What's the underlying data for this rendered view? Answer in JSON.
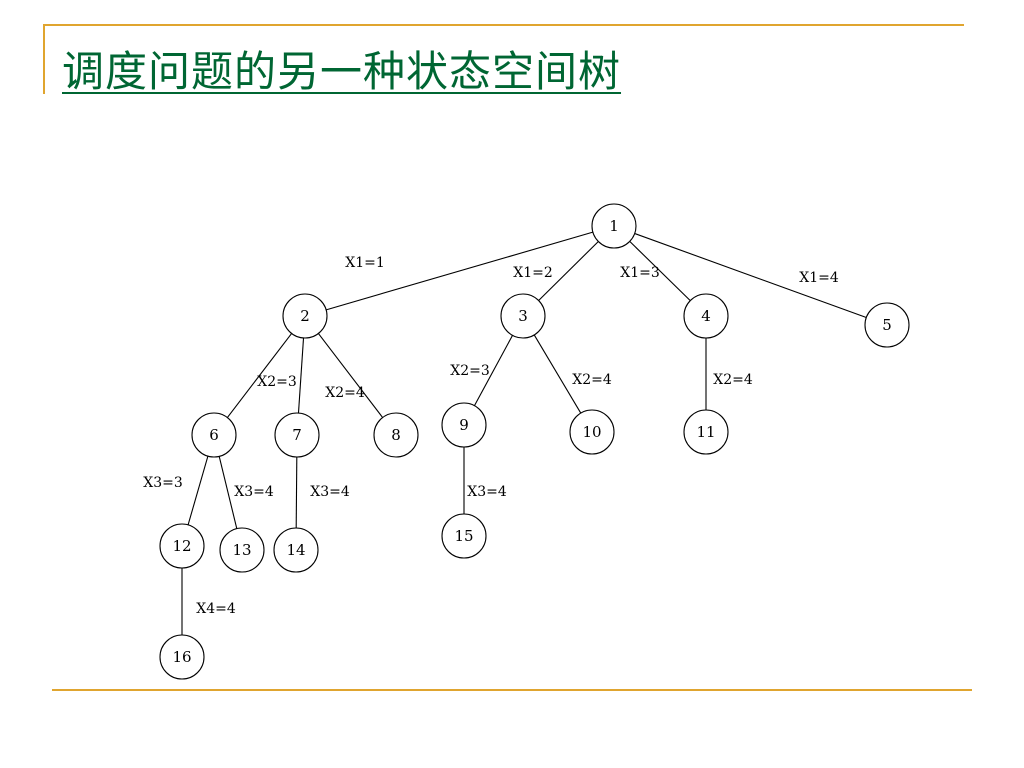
{
  "slide": {
    "title": "调度问题的另一种状态空间树"
  },
  "colors": {
    "title": "#006633",
    "rule": "#e0a52f",
    "line": "#000000",
    "background": "#ffffff"
  },
  "tree": {
    "nodes": [
      {
        "id": 1,
        "label": "1"
      },
      {
        "id": 2,
        "label": "2"
      },
      {
        "id": 3,
        "label": "3"
      },
      {
        "id": 4,
        "label": "4"
      },
      {
        "id": 5,
        "label": "5"
      },
      {
        "id": 6,
        "label": "6"
      },
      {
        "id": 7,
        "label": "7"
      },
      {
        "id": 8,
        "label": "8"
      },
      {
        "id": 9,
        "label": "9"
      },
      {
        "id": 10,
        "label": "10"
      },
      {
        "id": 11,
        "label": "11"
      },
      {
        "id": 12,
        "label": "12"
      },
      {
        "id": 13,
        "label": "13"
      },
      {
        "id": 14,
        "label": "14"
      },
      {
        "id": 15,
        "label": "15"
      },
      {
        "id": 16,
        "label": "16"
      }
    ],
    "edges": [
      {
        "from": 1,
        "to": 2,
        "label": "X1=1"
      },
      {
        "from": 1,
        "to": 3,
        "label": "X1=2"
      },
      {
        "from": 1,
        "to": 4,
        "label": "X1=3"
      },
      {
        "from": 1,
        "to": 5,
        "label": "X1=4"
      },
      {
        "from": 2,
        "to": 6,
        "label": ""
      },
      {
        "from": 2,
        "to": 7,
        "label": "X2=3"
      },
      {
        "from": 2,
        "to": 8,
        "label": "X2=4"
      },
      {
        "from": 3,
        "to": 9,
        "label": "X2=3"
      },
      {
        "from": 3,
        "to": 10,
        "label": "X2=4"
      },
      {
        "from": 4,
        "to": 11,
        "label": "X2=4"
      },
      {
        "from": 6,
        "to": 12,
        "label": "X3=3"
      },
      {
        "from": 6,
        "to": 13,
        "label": "X3=4"
      },
      {
        "from": 7,
        "to": 14,
        "label": "X3=4"
      },
      {
        "from": 9,
        "to": 15,
        "label": "X3=4"
      },
      {
        "from": 12,
        "to": 16,
        "label": "X4=4"
      }
    ]
  }
}
